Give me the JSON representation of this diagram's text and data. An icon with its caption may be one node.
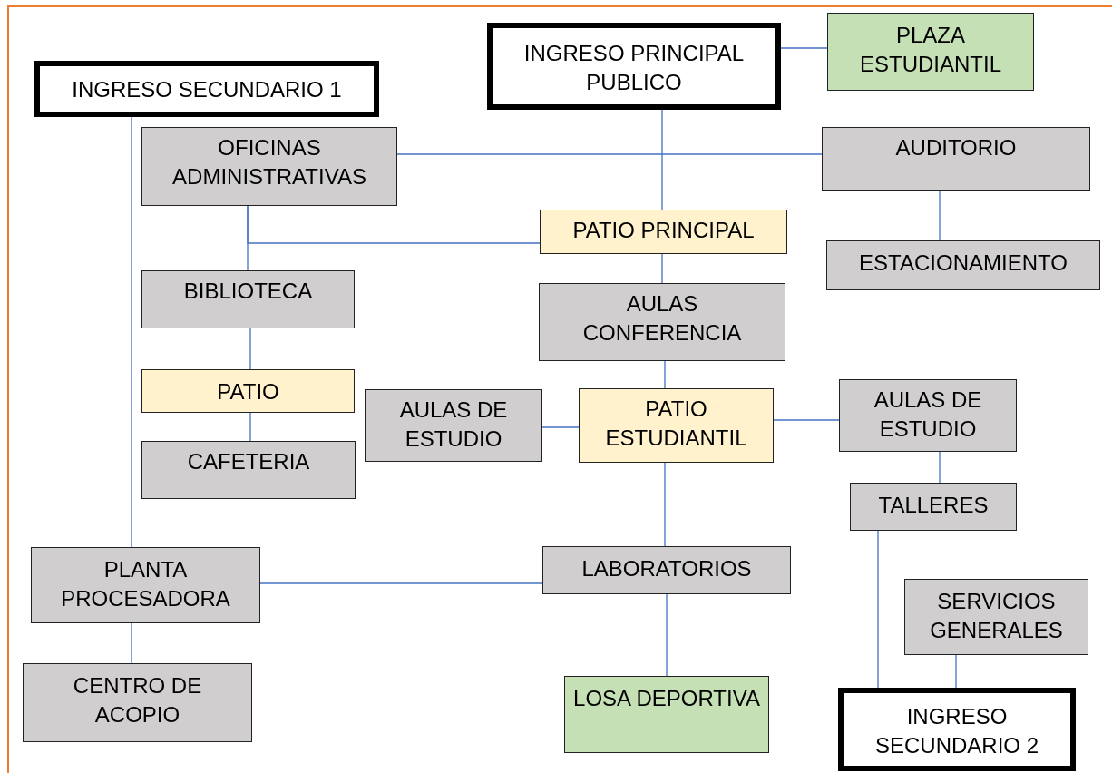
{
  "diagram": {
    "nodes": [
      {
        "text": [
          "INGRESO SECUNDARIO 1"
        ]
      },
      {
        "text": [
          "INGRESO PRINCIPAL PUBLICO"
        ]
      },
      {
        "text": [
          "PLAZA ESTUDIANTIL"
        ]
      },
      {
        "text": [
          "OFICINAS ADMINISTRATIVAS"
        ]
      },
      {
        "text": [
          "AUDITORIO"
        ]
      },
      {
        "text": [
          "PATIO PRINCIPAL"
        ]
      },
      {
        "text": [
          "ESTACIONAMIENTO"
        ]
      },
      {
        "text": [
          "BIBLIOTECA"
        ]
      },
      {
        "text": [
          "AULAS CONFERENCIA"
        ]
      },
      {
        "text": [
          "PATIO"
        ]
      },
      {
        "text": [
          "AULAS DE ESTUDIO"
        ]
      },
      {
        "text": [
          "PATIO ESTUDIANTIL"
        ]
      },
      {
        "text": [
          "AULAS DE ESTUDIO"
        ]
      },
      {
        "text": [
          "CAFETERIA"
        ]
      },
      {
        "text": [
          "TALLERES"
        ]
      },
      {
        "text": [
          "PLANTA PROCESADORA"
        ]
      },
      {
        "text": [
          "LABORATORIOS"
        ]
      },
      {
        "text": [
          "SERVICIOS GENERALES"
        ]
      },
      {
        "text": [
          "CENTRO DE ACOPIO"
        ]
      },
      {
        "text": [
          "LOSA DEPORTIVA"
        ]
      },
      {
        "text": [
          "INGRESO SECUNDARIO 2"
        ]
      }
    ],
    "edges": [
      {
        "from": 0,
        "to": 15,
        "arrow": "none"
      },
      {
        "from": 1,
        "to": 2,
        "arrow": "none"
      },
      {
        "from": 1,
        "to": 5,
        "arrow": "none"
      },
      {
        "from": 3,
        "to": 4,
        "arrow": "none"
      },
      {
        "from": 5,
        "to": 3,
        "arrow": "none"
      },
      {
        "from": 3,
        "to": 7,
        "arrow": "none"
      },
      {
        "from": 4,
        "to": 6,
        "arrow": "none"
      },
      {
        "from": 5,
        "to": 8,
        "arrow": "none"
      },
      {
        "from": 7,
        "to": 9,
        "arrow": "none"
      },
      {
        "from": 9,
        "to": 13,
        "arrow": "none"
      },
      {
        "from": 8,
        "to": 11,
        "arrow": "none"
      },
      {
        "from": 10,
        "to": 11,
        "arrow": "none"
      },
      {
        "from": 11,
        "to": 12,
        "arrow": "none"
      },
      {
        "from": 11,
        "to": 16,
        "arrow": "none"
      },
      {
        "from": 12,
        "to": 14,
        "arrow": "none"
      },
      {
        "from": 14,
        "to": 20,
        "arrow": "none"
      },
      {
        "from": 15,
        "to": 16,
        "arrow": "none"
      },
      {
        "from": 15,
        "to": 18,
        "arrow": "none"
      },
      {
        "from": 16,
        "to": 19,
        "arrow": "none"
      },
      {
        "from": 17,
        "to": 20,
        "arrow": "none"
      }
    ]
  }
}
